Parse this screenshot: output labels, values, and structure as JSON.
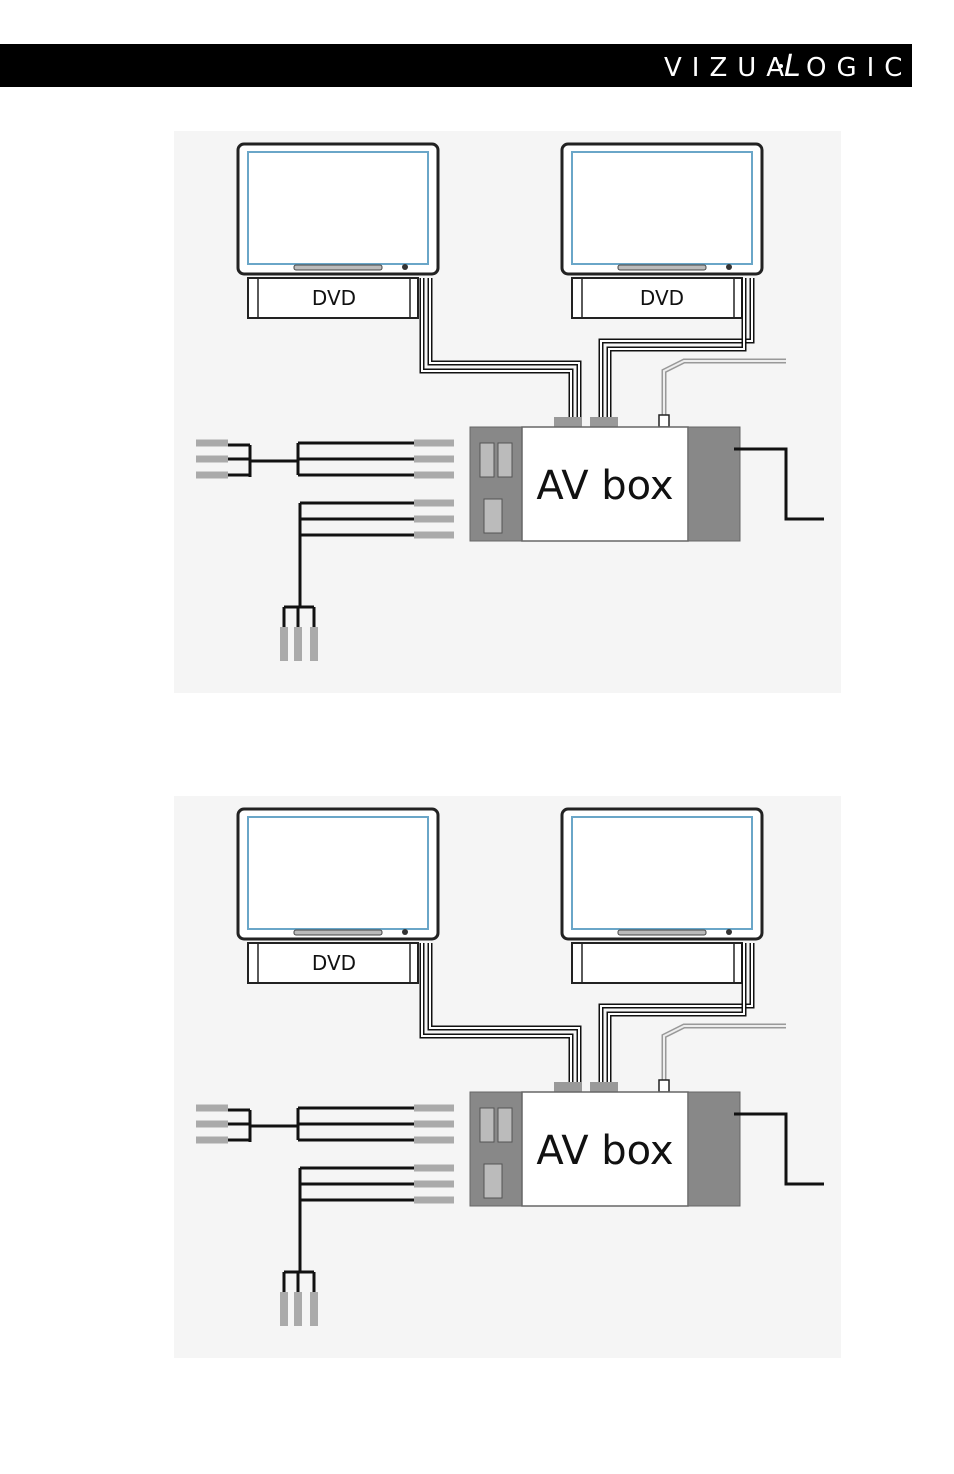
{
  "header": {
    "brand": "VIZUALOGIC",
    "brand_prefix": "VIZUA",
    "brand_suffix": "OGIC",
    "brand_glyph": "L"
  },
  "diagrams": [
    {
      "monitor_left_label": "DVD",
      "monitor_right_label": "DVD",
      "box_label": "AV box"
    },
    {
      "monitor_left_label": "DVD",
      "monitor_right_label": "",
      "box_label": "AV box"
    }
  ]
}
